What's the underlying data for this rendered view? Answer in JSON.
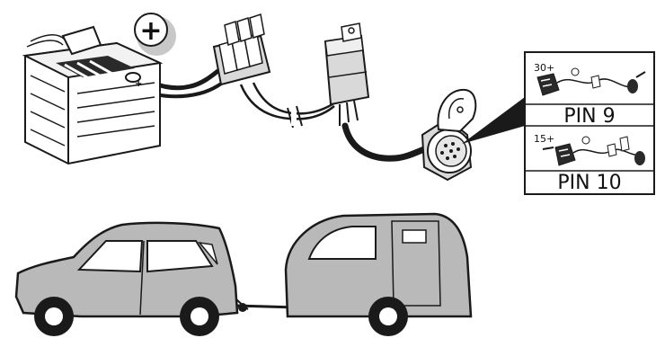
{
  "battery": {
    "terminal_label": "+"
  },
  "plus_badge": {
    "symbol": "+"
  },
  "inset": {
    "top": {
      "terminal_label": "30+",
      "pin_label": "PIN 9"
    },
    "bottom": {
      "terminal_label": "15+",
      "pin_label": "PIN 10"
    }
  },
  "colors": {
    "line": "#1a1a1a",
    "vehicle_fill": "#b9b9b9",
    "device_fill": "#d9d9d9",
    "badge_shadow": "#c8c8c8"
  }
}
